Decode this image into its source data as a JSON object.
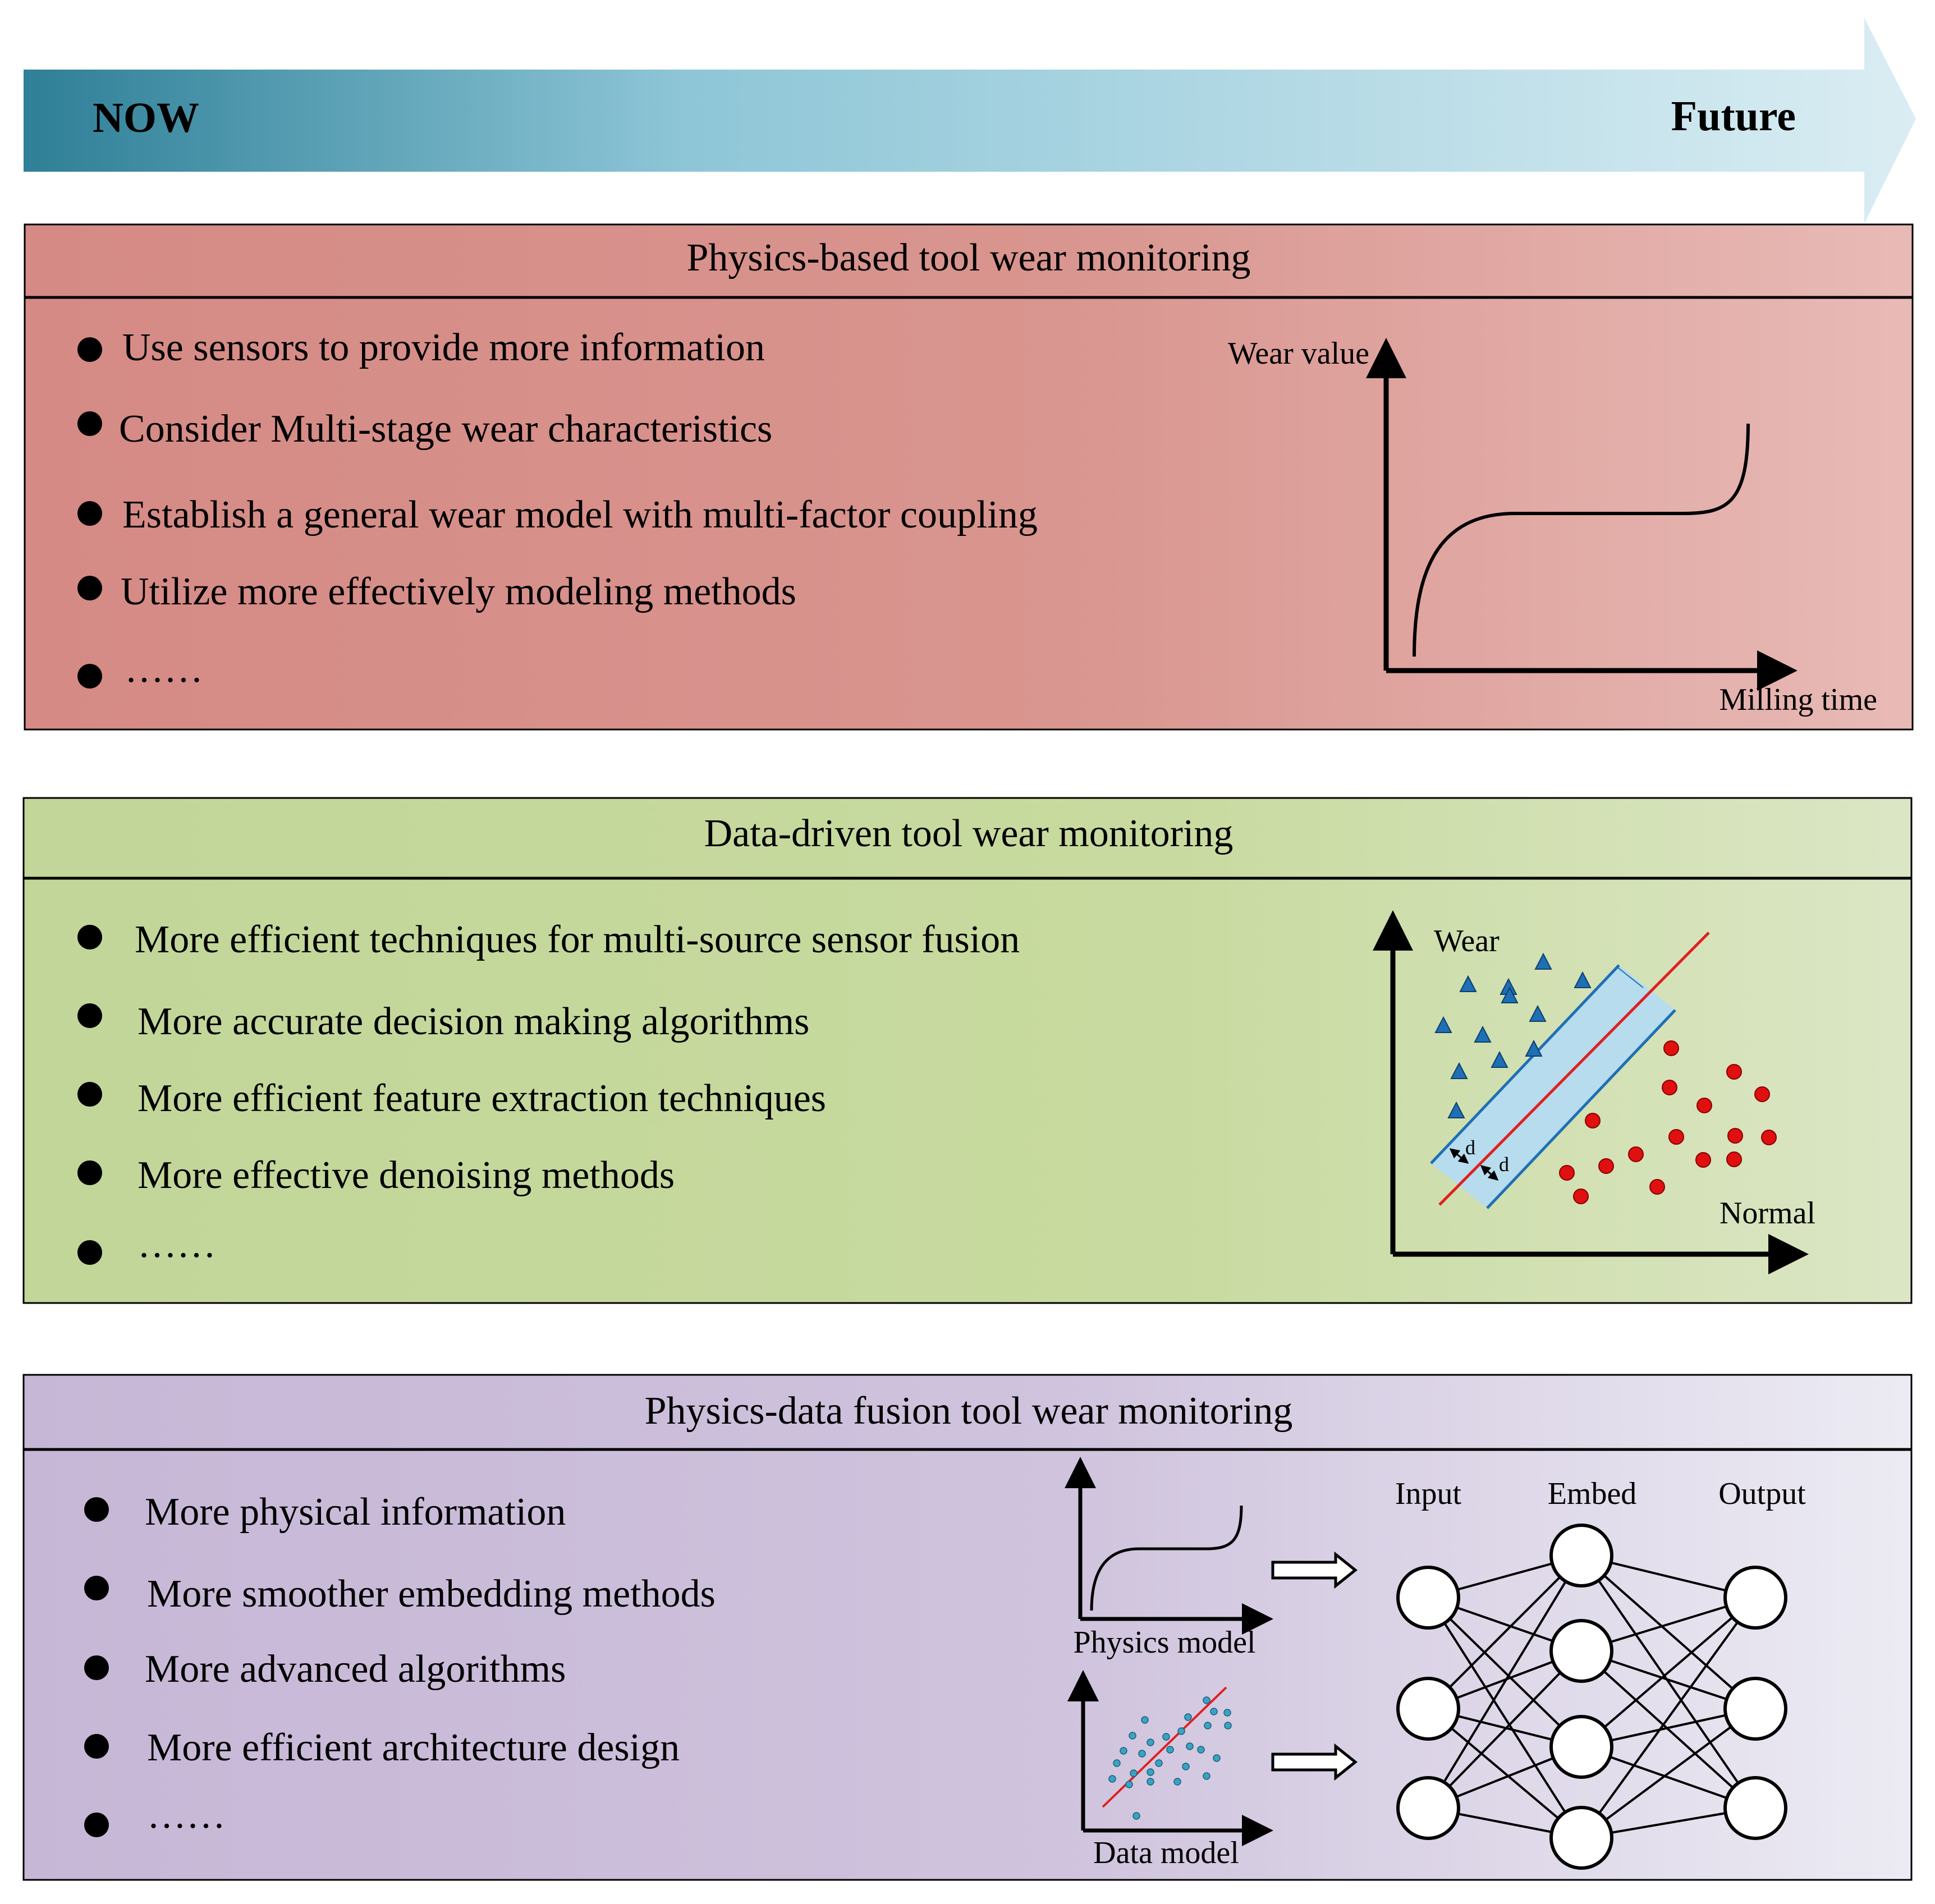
{
  "timeline": {
    "now": "NOW",
    "future": "Future"
  },
  "panels": [
    {
      "title": "Physics-based tool wear monitoring",
      "bullets": [
        "Use sensors to provide more information",
        "Consider Multi-stage wear characteristics",
        "Establish a general wear model with multi-factor coupling",
        "Utilize more effectively modeling methods",
        "……"
      ],
      "figure": {
        "y_label": "Wear value",
        "x_label": "Milling time"
      }
    },
    {
      "title": "Data-driven tool wear monitoring",
      "bullets": [
        "More efficient techniques for multi-source sensor fusion",
        "More accurate decision making algorithms",
        "More efficient feature extraction techniques",
        "More effective denoising methods",
        "……"
      ],
      "figure": {
        "class_a": "Wear",
        "class_b": "Normal",
        "margin_label": "d"
      }
    },
    {
      "title": "Physics-data fusion tool wear monitoring",
      "bullets": [
        "More physical information",
        "More smoother embedding methods",
        "More advanced algorithms",
        "More efficient architecture design",
        "……"
      ],
      "figure": {
        "physics_model": "Physics model",
        "data_model": "Data model",
        "layers": [
          "Input",
          "Embed",
          "Output"
        ]
      }
    }
  ],
  "colors": {
    "arrow_dark": "#2e7f97",
    "arrow_light": "#daedf3",
    "panel1": [
      "#d58a85",
      "#e8bab6"
    ],
    "panel2": [
      "#c2d699",
      "#dbe6c5"
    ],
    "panel3": [
      "#c6b7d6",
      "#ecebf3"
    ],
    "svm_band": "#b7dced",
    "svm_edge": "#1f6fb5",
    "svm_line": "#e02020",
    "triangle": "#1f6fb5",
    "circle": "#e01010",
    "scatter_point": "#3aa3c4"
  }
}
